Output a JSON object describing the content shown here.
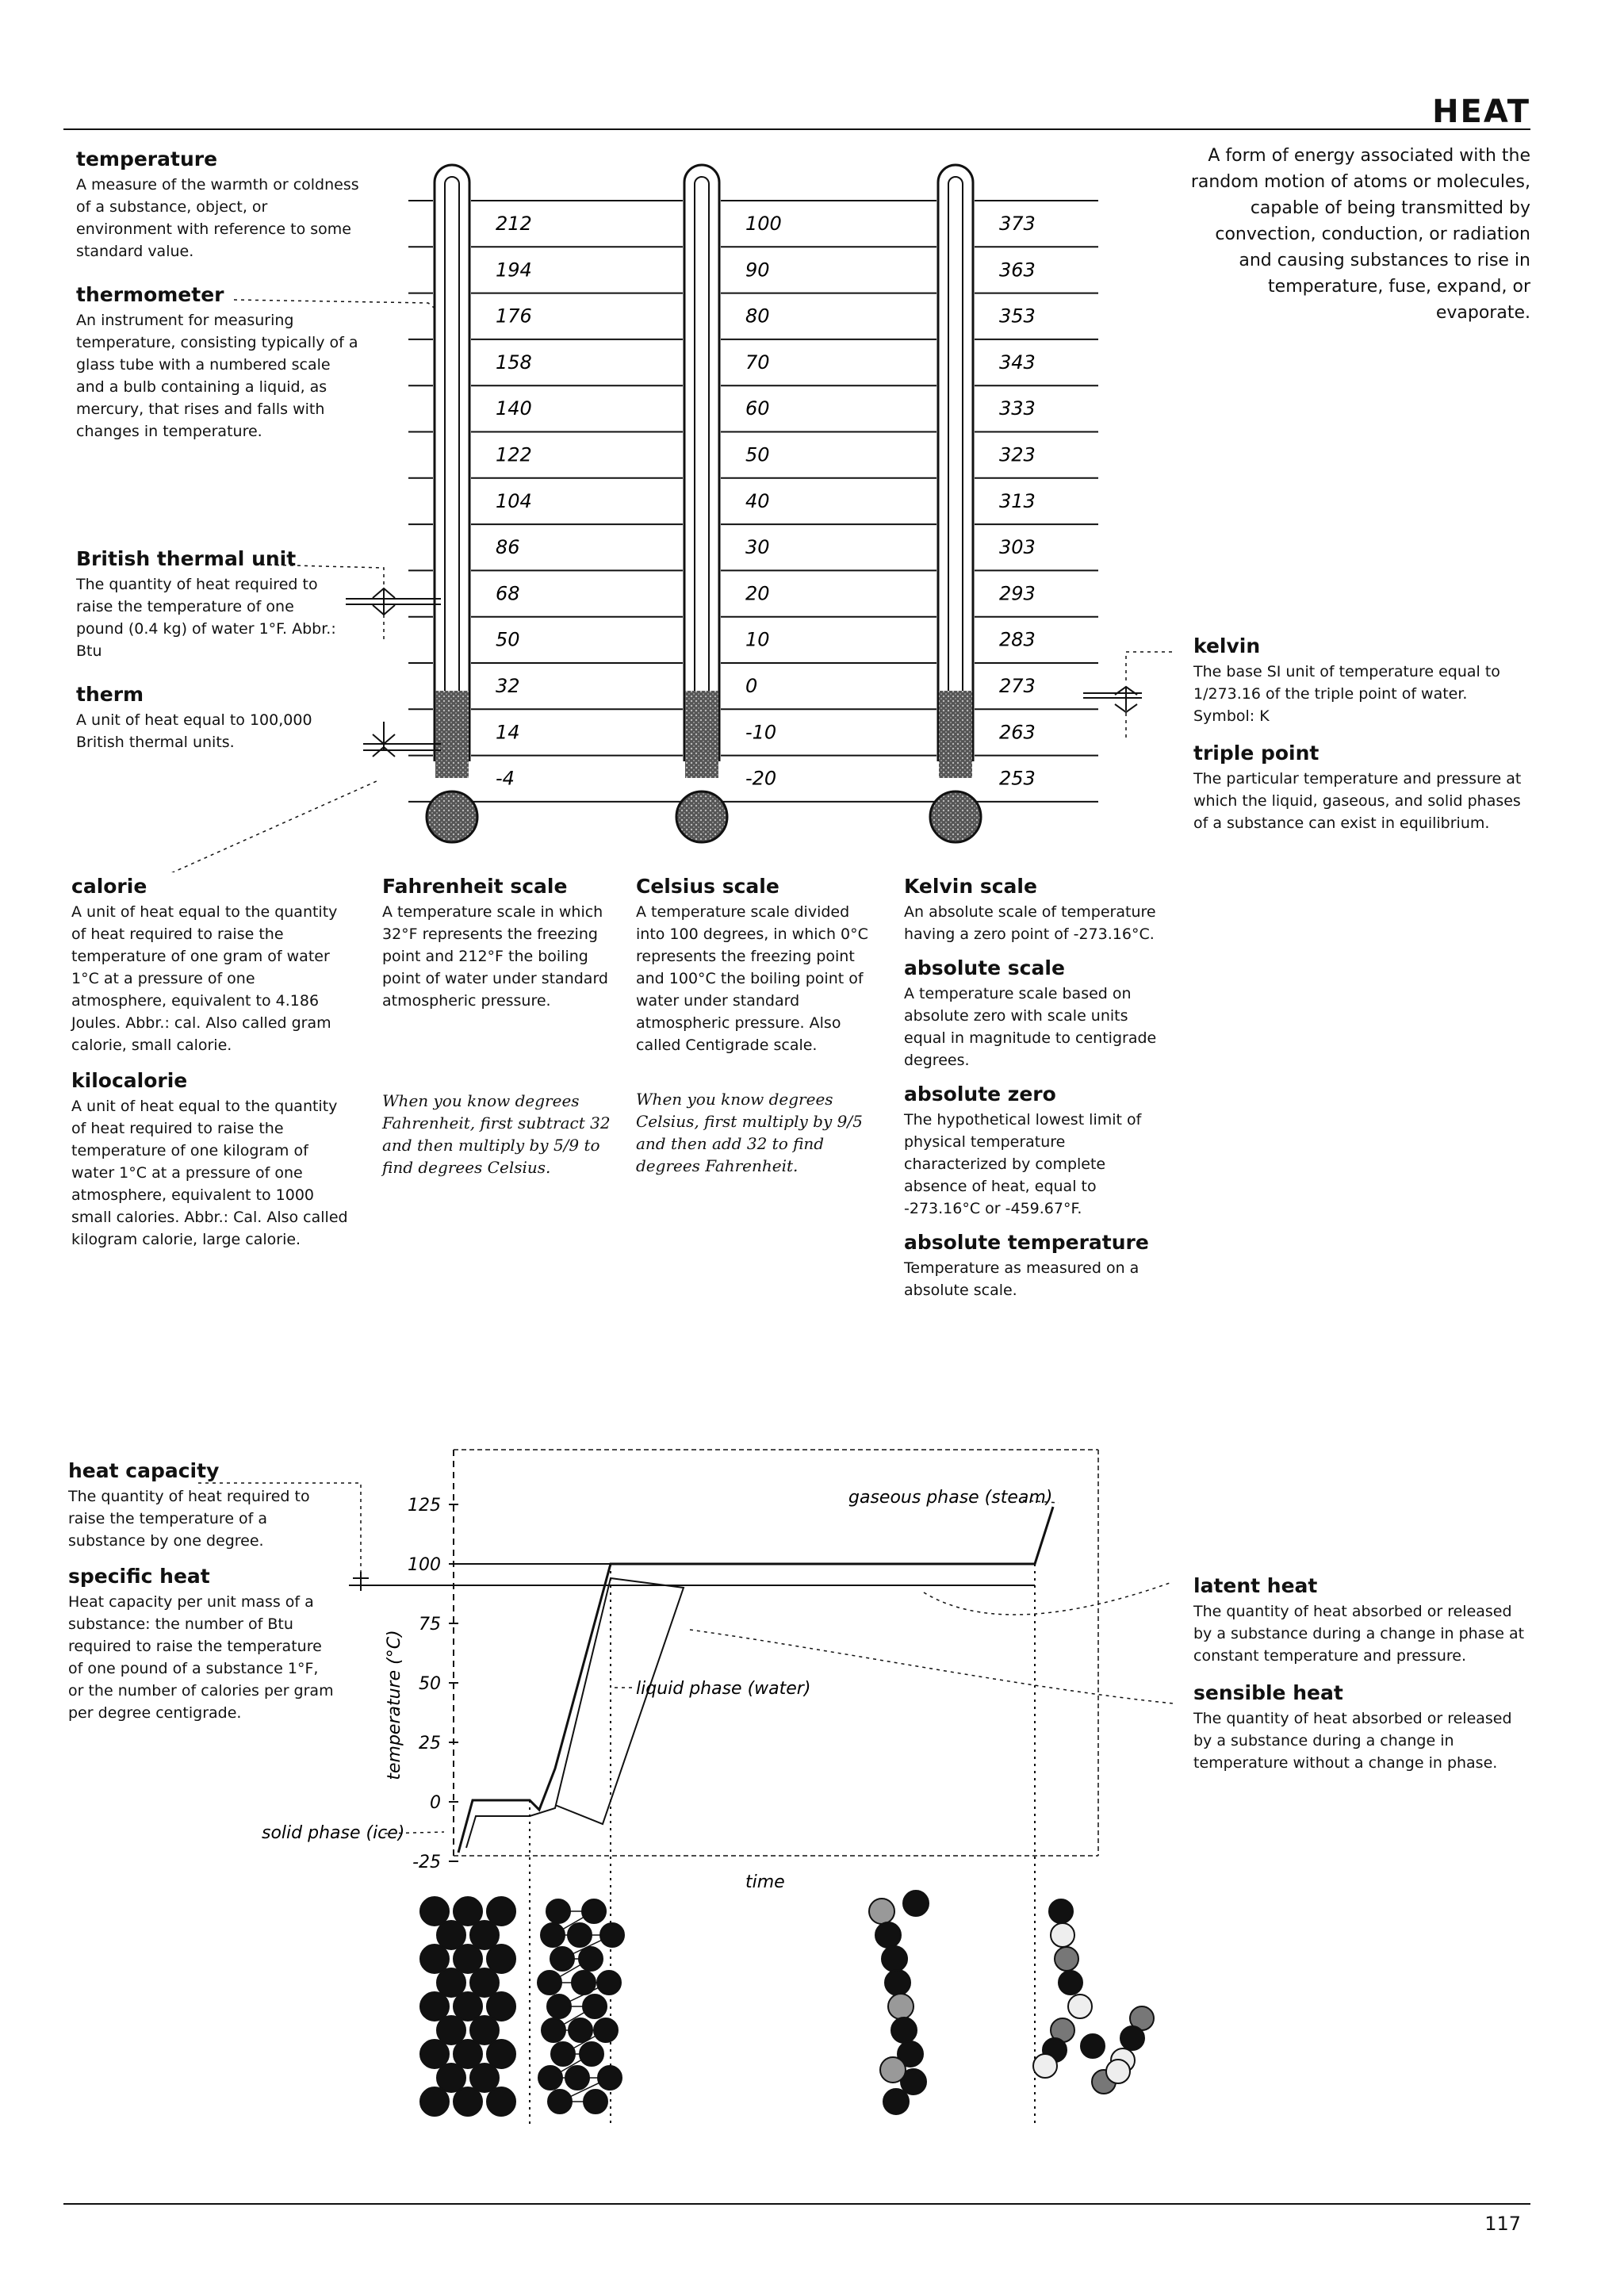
{
  "header": {
    "title": "HEAT",
    "definition": "A form of energy associated with the random motion of atoms or molecules, capable of being transmitted by convection, conduction, or radiation and causing substances to rise in temperature, fuse, expand, or evaporate."
  },
  "left_terms": [
    {
      "term": "temperature",
      "def": "A measure of the warmth or coldness of a substance, object, or environment with reference to some standard value."
    },
    {
      "term": "thermometer",
      "def": "An instrument for measuring temperature, consisting typically of a glass tube with a numbered scale and a bulb containing a liquid, as mercury, that rises and falls with changes in temperature."
    },
    {
      "term": "British thermal unit",
      "def": "The quantity of heat required to raise the temperature of one pound (0.4 kg) of water 1°F. Abbr.: Btu"
    },
    {
      "term": "therm",
      "def": "A unit of heat equal to 100,000 British thermal units."
    }
  ],
  "right_terms": [
    {
      "term": "kelvin",
      "def": "The base SI unit of temperature equal to 1/273.16 of the triple point of water. Symbol: K"
    },
    {
      "term": "triple point",
      "def": "The particular temperature and pressure at which the liquid, gaseous, and solid phases of a substance can exist in equilibrium."
    }
  ],
  "scales": {
    "fahrenheit": [
      "212",
      "194",
      "176",
      "158",
      "140",
      "122",
      "104",
      "86",
      "68",
      "50",
      "32",
      "14",
      "-4"
    ],
    "celsius": [
      "100",
      "90",
      "80",
      "70",
      "60",
      "50",
      "40",
      "30",
      "20",
      "10",
      "0",
      "-10",
      "-20"
    ],
    "kelvin": [
      "373",
      "363",
      "353",
      "343",
      "333",
      "323",
      "313",
      "303",
      "293",
      "283",
      "273",
      "263",
      "253"
    ]
  },
  "col1": [
    {
      "term": "calorie",
      "def": "A unit of heat equal to the quantity of heat required to raise the temperature of one gram of water 1°C at a pressure of one atmosphere, equivalent to 4.186 Joules. Abbr.: cal. Also called gram calorie, small calorie."
    },
    {
      "term": "kilocalorie",
      "def": "A unit of heat equal to the quantity of heat required to raise the temperature of one kilogram of water 1°C at a pressure of one atmosphere, equivalent to 1000 small calories. Abbr.: Cal. Also called kilogram calorie, large calorie."
    }
  ],
  "col2": {
    "term": "Fahrenheit scale",
    "def": "A temperature scale in which 32°F represents the freezing point and 212°F the boiling point of water under standard atmospheric pressure.",
    "note": "When you know degrees Fahrenheit, first subtract 32 and then multiply by 5/9 to find degrees Celsius."
  },
  "col3": {
    "term": "Celsius scale",
    "def": "A temperature scale divided into 100 degrees, in which 0°C represents the freezing point and 100°C the boiling point of water under standard atmospheric pressure. Also called Centigrade scale.",
    "note": "When you know degrees Celsius, first multiply by 9/5 and then add 32 to find degrees Fahrenheit."
  },
  "col4": [
    {
      "term": "Kelvin scale",
      "def": "An absolute scale of temperature having a zero point of -273.16°C."
    },
    {
      "term": "absolute scale",
      "def": "A temperature scale based on absolute zero with scale units equal in magnitude to centigrade degrees."
    },
    {
      "term": "absolute zero",
      "def": "The hypothetical lowest limit of physical temperature characterized by complete absence of heat, equal to -273.16°C or -459.67°F."
    },
    {
      "term": "absolute temperature",
      "def": "Temperature as measured on a absolute scale."
    }
  ],
  "bottom_left": [
    {
      "term": "heat capacity",
      "def": "The quantity of heat required to raise the temperature of a substance by one degree."
    },
    {
      "term": "specific heat",
      "def": "Heat capacity per unit mass of a substance: the number of Btu required to raise the temperature of one pound of a substance 1°F, or the number of calories per gram per degree centigrade."
    }
  ],
  "bottom_right": [
    {
      "term": "latent heat",
      "def": "The quantity of heat absorbed or released by a substance during a change in phase at constant temperature and pressure."
    },
    {
      "term": "sensible heat",
      "def": "The quantity of heat absorbed or released by a substance during a change in temperature without a change in phase."
    }
  ],
  "graph": {
    "ylabel": "temperature (°C)",
    "xlabel": "time",
    "yticks": [
      "125",
      "100",
      "75",
      "50",
      "25",
      "0",
      "-25"
    ],
    "label_gas": "gaseous phase (steam)",
    "label_liquid": "liquid phase (water)",
    "label_solid": "solid phase (ice)"
  },
  "page_number": "117"
}
